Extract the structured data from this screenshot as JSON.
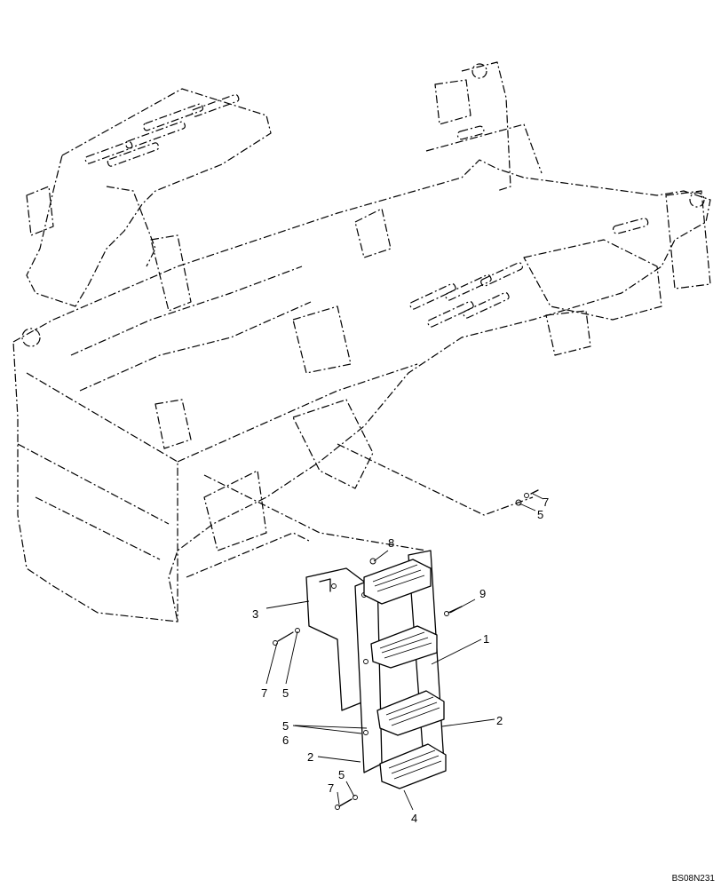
{
  "callouts": {
    "c7a": "7",
    "c5a": "5",
    "c8": "8",
    "c9": "9",
    "c3": "3",
    "c1": "1",
    "c7b": "7",
    "c5b": "5",
    "c5c": "5",
    "c6": "6",
    "c2a": "2",
    "c2b": "2",
    "c5d": "5",
    "c7c": "7",
    "c4": "4"
  },
  "drawing_code": "BS08N231"
}
